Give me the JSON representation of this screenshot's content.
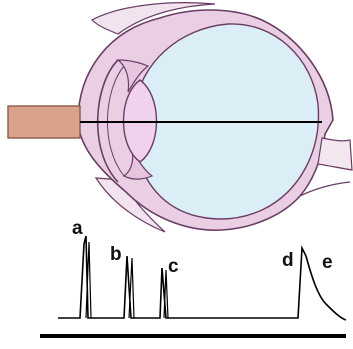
{
  "diagram": {
    "labels": {
      "a": "a",
      "b": "b",
      "c": "c",
      "d": "d",
      "e": "e"
    },
    "colors": {
      "sclera_fill": "#eacfe4",
      "sclera_stroke": "#6a3d66",
      "vitreous_fill": "#dceef5",
      "lens_fill": "#f1d2ec",
      "probe_fill": "#d9a38b",
      "probe_stroke": "#8a5a47",
      "axis_line": "#000000",
      "trace_line": "#000000"
    }
  }
}
